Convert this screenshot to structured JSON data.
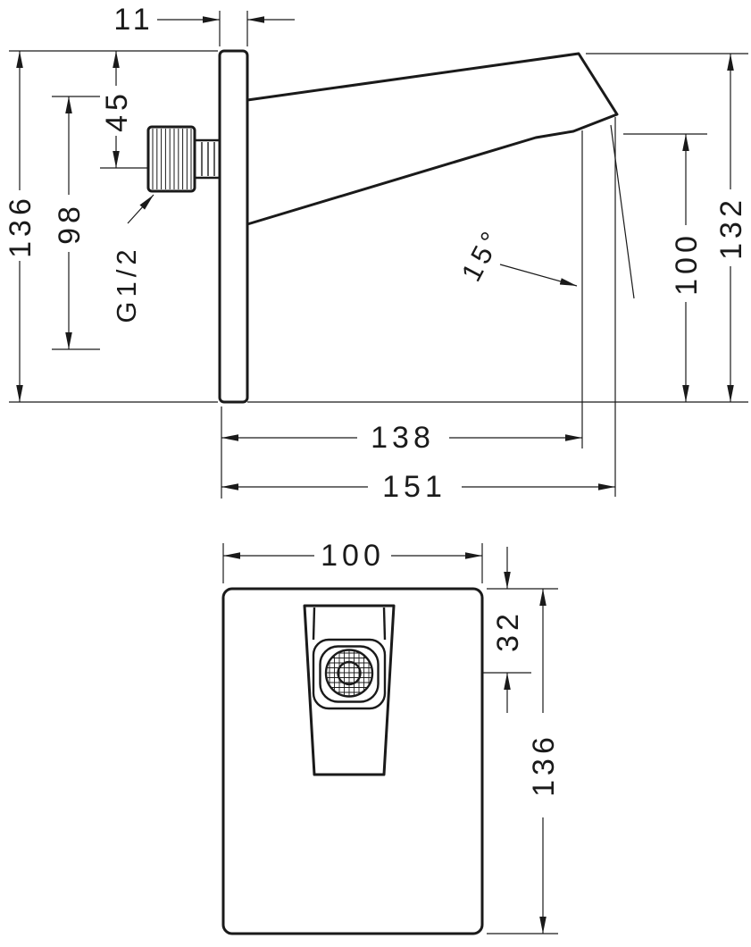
{
  "side_view": {
    "plate_thickness": "11",
    "plate_height": "136",
    "spout_top_offset": "45",
    "spout_drop": "98",
    "thread_size": "G1/2",
    "spray_angle": "15°",
    "outlet_clearance": "100",
    "tip_clearance": "132",
    "outlet_reach": "138",
    "total_reach": "151"
  },
  "front_view": {
    "plate_width": "100",
    "outlet_offset": "32",
    "plate_height": "136"
  },
  "colors": {
    "line": "#1a1a1a",
    "background": "#ffffff"
  }
}
